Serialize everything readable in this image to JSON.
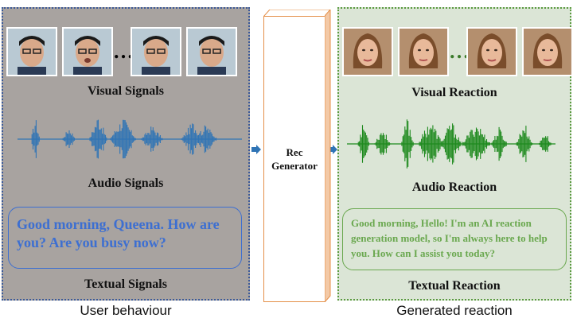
{
  "left": {
    "visual_label": "Visual Signals",
    "audio_label": "Audio Signals",
    "text_label": "Textual Signals",
    "message": "Good morning, Queena. How are you? Are you busy now?",
    "caption": "User behaviour",
    "dots": "…"
  },
  "generator": {
    "line1": "Rec",
    "line2": "Generator"
  },
  "right": {
    "visual_label": "Visual Reaction",
    "audio_label": "Audio Reaction",
    "text_label": "Textual Reaction",
    "message": "Good morning, Hello! I'm an AI reaction generation model, so I'm always here to help you. How can I assist you today?",
    "caption": "Generated reaction",
    "dots": "…"
  },
  "colors": {
    "left_bg": "#a8a3a0",
    "right_bg": "#dbe5d6",
    "blue_wave": "#2f74b5",
    "green_wave": "#1e8a1e",
    "blue_text": "#3d6fd1",
    "green_text": "#6aa84f",
    "arrow": "#2f74b5"
  }
}
